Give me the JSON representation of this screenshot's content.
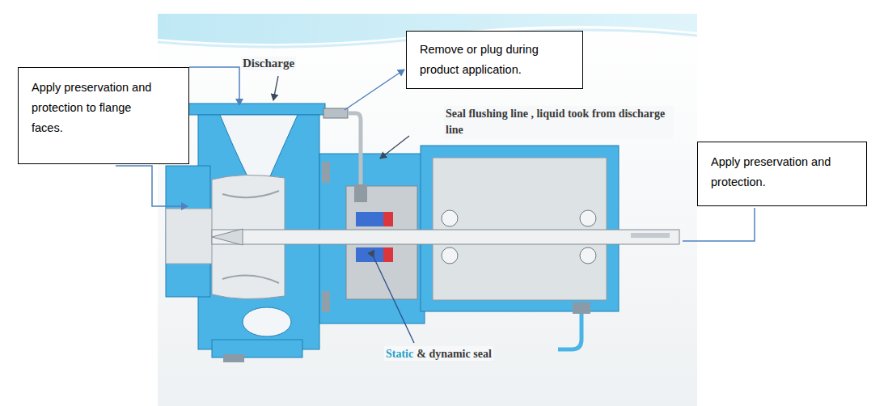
{
  "diagram": {
    "nodes": [
      {
        "text": [
          "Remove or plug during product application."
        ]
      },
      {
        "text": [
          "Apply preservation and protection to flange faces."
        ]
      },
      {
        "text": [
          "Apply preservation and protection."
        ]
      }
    ],
    "labels": [
      "Discharge",
      "Seal flushing line , liquid took from discharge line",
      "Static",
      "& dynamic seal"
    ]
  }
}
